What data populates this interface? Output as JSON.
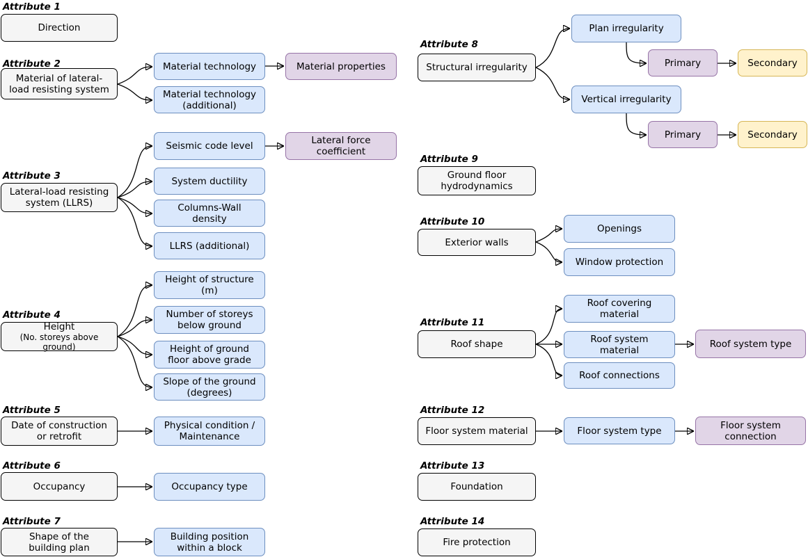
{
  "colors": {
    "attribute_fill": "#f5f5f5",
    "attribute_border": "#000000",
    "sub_fill": "#dae8fc",
    "sub_border": "#6c8ebf",
    "derived_fill": "#e1d5e7",
    "derived_border": "#9673a6",
    "secondary_fill": "#fff2cc",
    "secondary_border": "#d6b656",
    "arrow": "#000000"
  },
  "attributes": {
    "a1": {
      "heading": "Attribute 1",
      "title": "Direction"
    },
    "a2": {
      "heading": "Attribute 2",
      "title": "Material of lateral-\nload resisting system",
      "children": {
        "c1": "Material technology",
        "c2": "Material technology\n(additional)"
      },
      "derived": {
        "d1": "Material properties"
      }
    },
    "a3": {
      "heading": "Attribute 3",
      "title": "Lateral-load resisting\nsystem (LLRS)",
      "children": {
        "c1": "Seismic code level",
        "c2": "System ductility",
        "c3": "Columns-Wall\ndensity",
        "c4": "LLRS (additional)"
      },
      "derived": {
        "d1": "Lateral force\ncoefficient"
      }
    },
    "a4": {
      "heading": "Attribute 4",
      "title": "Height",
      "subtitle": "(No. storeys above ground)",
      "children": {
        "c1": "Height of structure\n(m)",
        "c2": "Number of storeys\nbelow ground",
        "c3": "Height of ground\nfloor above grade",
        "c4": "Slope of the ground\n(degrees)"
      }
    },
    "a5": {
      "heading": "Attribute 5",
      "title": "Date of construction\nor retrofit",
      "children": {
        "c1": "Physical condition /\nMaintenance"
      }
    },
    "a6": {
      "heading": "Attribute 6",
      "title": "Occupancy",
      "children": {
        "c1": "Occupancy type"
      }
    },
    "a7": {
      "heading": "Attribute 7",
      "title": "Shape of the\nbuilding plan",
      "children": {
        "c1": "Building position\nwithin a block"
      }
    },
    "a8": {
      "heading": "Attribute 8",
      "title": "Structural irregularity",
      "children": {
        "c1": "Plan irregularity",
        "c2": "Vertical irregularity"
      },
      "derived": {
        "c1_primary": "Primary",
        "c1_secondary": "Secondary",
        "c2_primary": "Primary",
        "c2_secondary": "Secondary"
      }
    },
    "a9": {
      "heading": "Attribute 9",
      "title": "Ground floor\nhydrodynamics"
    },
    "a10": {
      "heading": "Attribute 10",
      "title": "Exterior walls",
      "children": {
        "c1": "Openings",
        "c2": "Window protection"
      }
    },
    "a11": {
      "heading": "Attribute 11",
      "title": "Roof shape",
      "children": {
        "c1": "Roof covering\nmaterial",
        "c2": "Roof system\nmaterial",
        "c3": "Roof connections"
      },
      "derived": {
        "d1": "Roof system type"
      }
    },
    "a12": {
      "heading": "Attribute 12",
      "title": "Floor system material",
      "children": {
        "c1": "Floor system type"
      },
      "derived": {
        "d1": "Floor system\nconnection"
      }
    },
    "a13": {
      "heading": "Attribute 13",
      "title": "Foundation"
    },
    "a14": {
      "heading": "Attribute 14",
      "title": "Fire protection"
    }
  }
}
